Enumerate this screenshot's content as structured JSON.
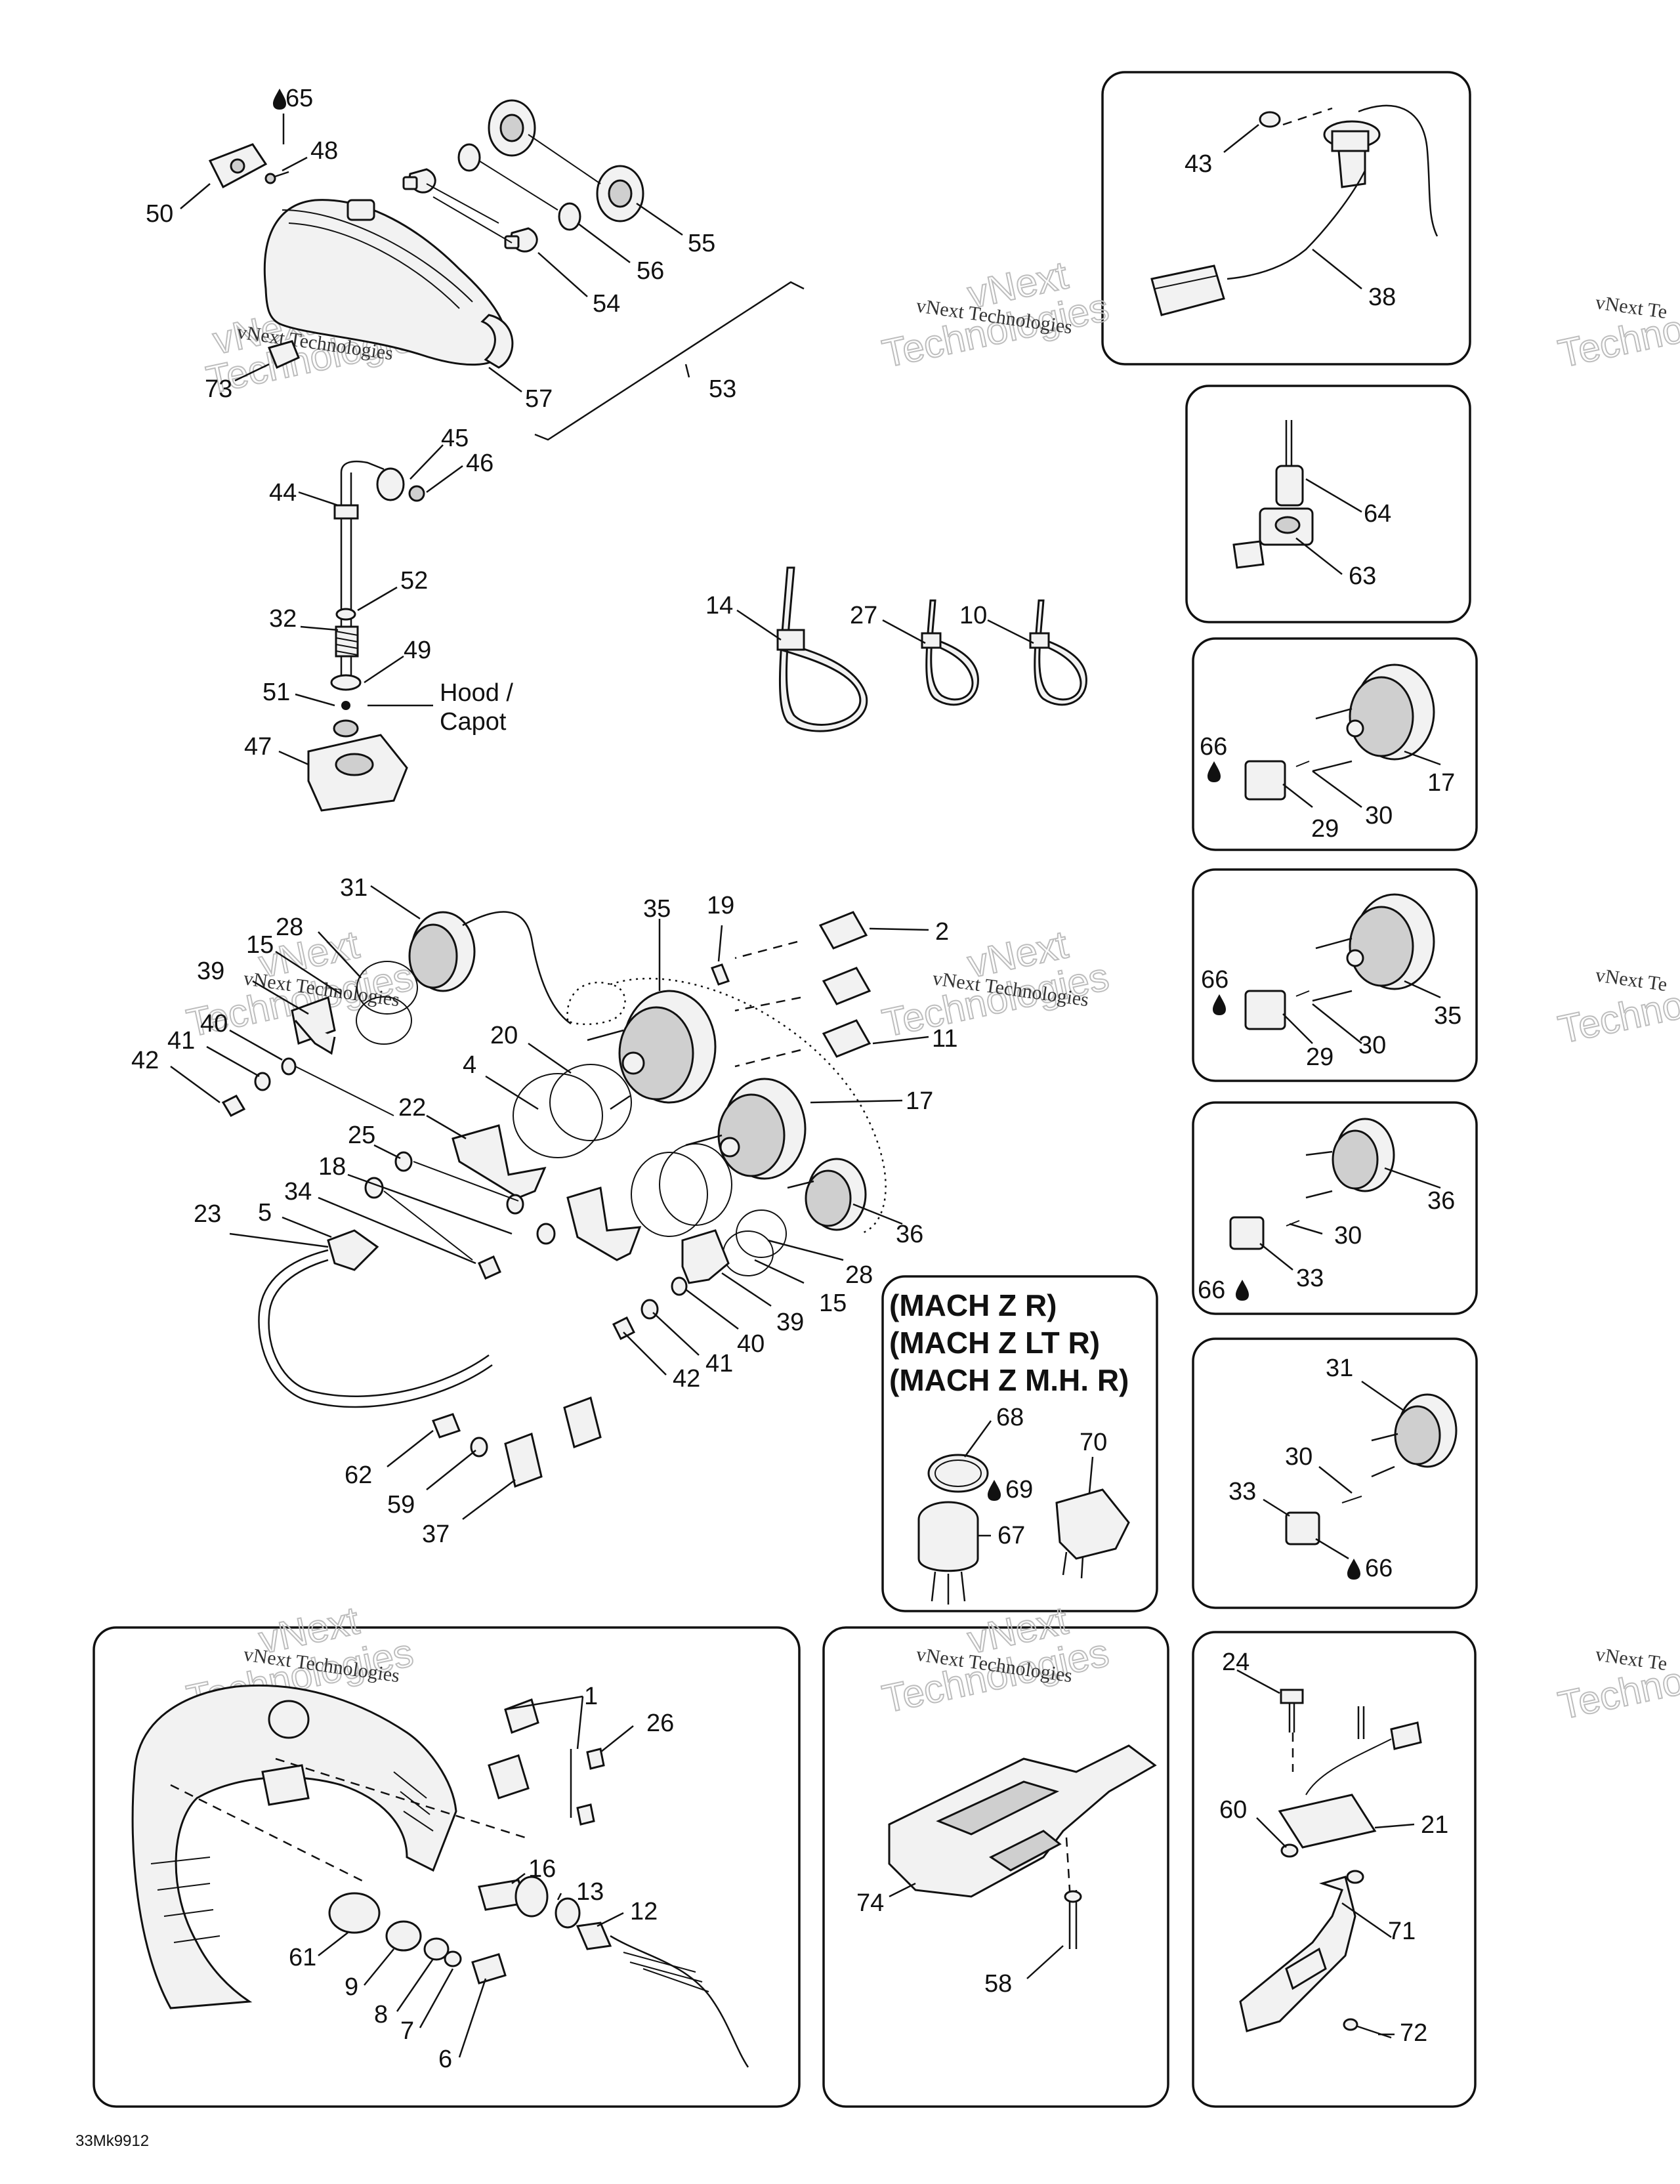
{
  "diagram": {
    "hood_label": [
      "Hood /",
      "Capot"
    ],
    "models": [
      "(MACH Z R)",
      "(MACH Z LT R)",
      "(MACH Z M.H. R)"
    ],
    "drawing_code": "33Mk9912",
    "watermark": {
      "small": "vNext Technologies",
      "big_top": "vNext",
      "big_bottom": "Technologies",
      "cut_small": "vNext Te",
      "cut_big": "Techno"
    },
    "callouts": [
      {
        "id": "c65",
        "text": "65",
        "drop": true
      },
      {
        "id": "c48",
        "text": "48"
      },
      {
        "id": "c50",
        "text": "50"
      },
      {
        "id": "c55",
        "text": "55"
      },
      {
        "id": "c56",
        "text": "56"
      },
      {
        "id": "c54",
        "text": "54"
      },
      {
        "id": "c73",
        "text": "73"
      },
      {
        "id": "c57",
        "text": "57"
      },
      {
        "id": "c53",
        "text": "53"
      },
      {
        "id": "c43",
        "text": "43"
      },
      {
        "id": "c38",
        "text": "38"
      },
      {
        "id": "c45",
        "text": "45"
      },
      {
        "id": "c46",
        "text": "46"
      },
      {
        "id": "c44",
        "text": "44"
      },
      {
        "id": "c52",
        "text": "52"
      },
      {
        "id": "c32",
        "text": "32"
      },
      {
        "id": "c49",
        "text": "49"
      },
      {
        "id": "c51",
        "text": "51"
      },
      {
        "id": "c47",
        "text": "47"
      },
      {
        "id": "c14",
        "text": "14"
      },
      {
        "id": "c27",
        "text": "27"
      },
      {
        "id": "c10",
        "text": "10"
      },
      {
        "id": "c64",
        "text": "64"
      },
      {
        "id": "c63",
        "text": "63"
      },
      {
        "id": "c66a",
        "text": "66",
        "drop": true
      },
      {
        "id": "c17a",
        "text": "17"
      },
      {
        "id": "c29a",
        "text": "29"
      },
      {
        "id": "c30a",
        "text": "30"
      },
      {
        "id": "c31",
        "text": "31"
      },
      {
        "id": "c28",
        "text": "28"
      },
      {
        "id": "c15",
        "text": "15"
      },
      {
        "id": "c39",
        "text": "39"
      },
      {
        "id": "c40",
        "text": "40"
      },
      {
        "id": "c41",
        "text": "41"
      },
      {
        "id": "c42",
        "text": "42"
      },
      {
        "id": "c35",
        "text": "35"
      },
      {
        "id": "c19",
        "text": "19"
      },
      {
        "id": "c2",
        "text": "2"
      },
      {
        "id": "c11",
        "text": "11"
      },
      {
        "id": "c20",
        "text": "20"
      },
      {
        "id": "c4",
        "text": "4"
      },
      {
        "id": "c17",
        "text": "17"
      },
      {
        "id": "c22",
        "text": "22"
      },
      {
        "id": "c25",
        "text": "25"
      },
      {
        "id": "c18",
        "text": "18"
      },
      {
        "id": "c34",
        "text": "34"
      },
      {
        "id": "c5",
        "text": "5"
      },
      {
        "id": "c23",
        "text": "23"
      },
      {
        "id": "c36",
        "text": "36"
      },
      {
        "id": "c28b",
        "text": "28"
      },
      {
        "id": "c15b",
        "text": "15"
      },
      {
        "id": "c39b",
        "text": "39"
      },
      {
        "id": "c40b",
        "text": "40"
      },
      {
        "id": "c41b",
        "text": "41"
      },
      {
        "id": "c42b",
        "text": "42"
      },
      {
        "id": "c62",
        "text": "62"
      },
      {
        "id": "c59",
        "text": "59"
      },
      {
        "id": "c37",
        "text": "37"
      },
      {
        "id": "c66b",
        "text": "66",
        "drop": true
      },
      {
        "id": "c35b",
        "text": "35"
      },
      {
        "id": "c29b",
        "text": "29"
      },
      {
        "id": "c30b",
        "text": "30"
      },
      {
        "id": "c36b",
        "text": "36"
      },
      {
        "id": "c30c",
        "text": "30"
      },
      {
        "id": "c66c",
        "text": "66",
        "drop": true
      },
      {
        "id": "c33",
        "text": "33"
      },
      {
        "id": "c68",
        "text": "68"
      },
      {
        "id": "c70",
        "text": "70"
      },
      {
        "id": "c69",
        "text": "69",
        "drop": true
      },
      {
        "id": "c67",
        "text": "67"
      },
      {
        "id": "c31b",
        "text": "31"
      },
      {
        "id": "c30d",
        "text": "30"
      },
      {
        "id": "c33b",
        "text": "33"
      },
      {
        "id": "c66d",
        "text": "66",
        "drop": true
      },
      {
        "id": "c1",
        "text": "1"
      },
      {
        "id": "c26",
        "text": "26"
      },
      {
        "id": "c16",
        "text": "16"
      },
      {
        "id": "c13",
        "text": "13"
      },
      {
        "id": "c12",
        "text": "12"
      },
      {
        "id": "c61",
        "text": "61"
      },
      {
        "id": "c9",
        "text": "9"
      },
      {
        "id": "c8",
        "text": "8"
      },
      {
        "id": "c7",
        "text": "7"
      },
      {
        "id": "c6",
        "text": "6"
      },
      {
        "id": "c74",
        "text": "74"
      },
      {
        "id": "c58",
        "text": "58"
      },
      {
        "id": "c24",
        "text": "24"
      },
      {
        "id": "c21",
        "text": "21"
      },
      {
        "id": "c60",
        "text": "60"
      },
      {
        "id": "c71",
        "text": "71"
      },
      {
        "id": "c72",
        "text": "72"
      }
    ]
  }
}
